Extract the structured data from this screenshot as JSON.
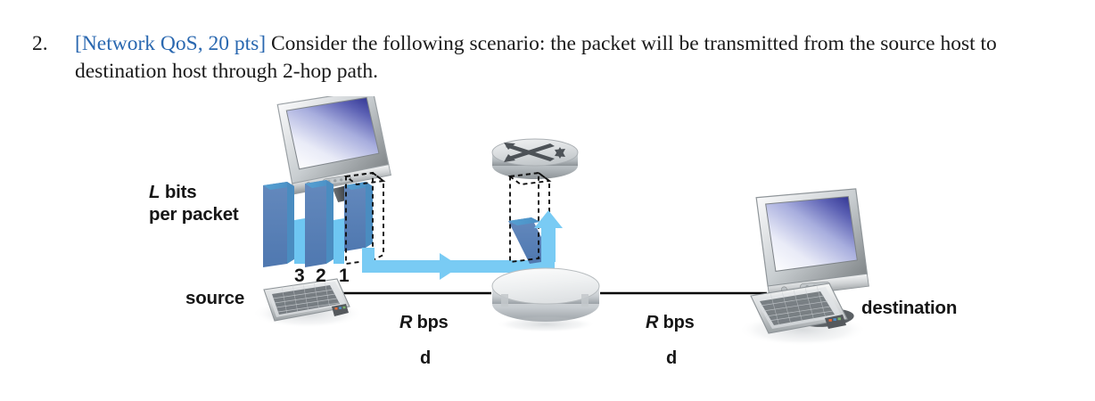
{
  "question": {
    "number": "2.",
    "tag": "[Network QoS, 20 pts]",
    "text": " Consider the following scenario: the packet will be transmitted from the source host to destination host through 2-hop path."
  },
  "figure": {
    "labels": {
      "bits_italic": "L",
      "bits_rest": " bits",
      "per_packet": "per packet",
      "source": "source",
      "destination": "destination",
      "rate_italic": "R",
      "rate_rest": " bps",
      "delay": "d"
    },
    "packet_numbers": [
      "3",
      "2",
      "1"
    ],
    "hops": [
      {
        "rate_italic": "R",
        "rate_rest": " bps",
        "delay": "d"
      },
      {
        "rate_italic": "R",
        "rate_rest": " bps",
        "delay": "d"
      }
    ],
    "nodes": [
      {
        "id": "source-host",
        "label": "source",
        "kind": "computer"
      },
      {
        "id": "router",
        "label": "",
        "kind": "router"
      },
      {
        "id": "destination-host",
        "label": "destination",
        "kind": "computer"
      }
    ],
    "colors": {
      "tag_blue": "#2a68b0",
      "packet_face": "#5a82b8",
      "packet_top": "#4e95c9",
      "packet_light": "#6ec6f2",
      "flow_band": "#79cbf4",
      "screen_dark": "#31348a",
      "screen_light": "#ffffff",
      "line_black": "#000000"
    }
  }
}
